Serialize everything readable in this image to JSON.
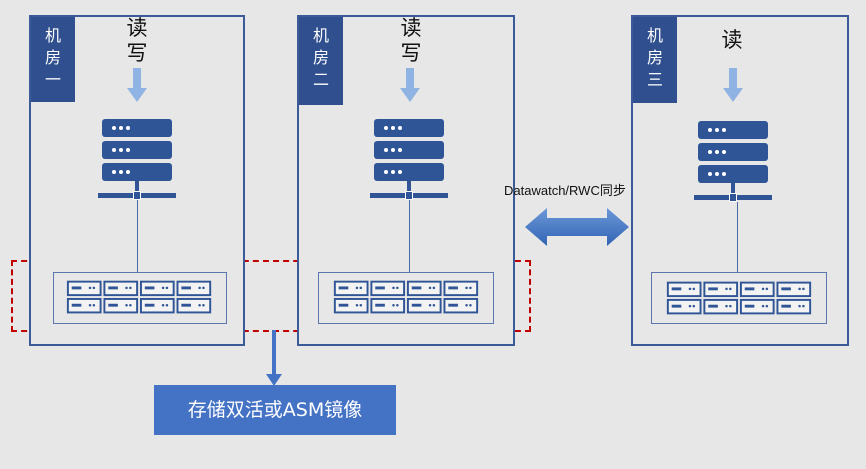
{
  "datacenters": [
    {
      "name_chars": [
        "机",
        "房",
        "一"
      ],
      "op_chars": [
        "读",
        "写"
      ]
    },
    {
      "name_chars": [
        "机",
        "房",
        "二"
      ],
      "op_chars": [
        "读",
        "写"
      ]
    },
    {
      "name_chars": [
        "机",
        "房",
        "三"
      ],
      "op_chars": [
        "读"
      ]
    }
  ],
  "sync_label": "Datawatch/RWC同步",
  "mirror_label": "存储双活或ASM镜像",
  "colors": {
    "frame": "#3b5b98",
    "tag": "#2f4f8f",
    "server": "#2f5597",
    "down_arrow": "#8fb4e3",
    "dashed": "#c00000",
    "mirror_box": "#4472c4"
  }
}
